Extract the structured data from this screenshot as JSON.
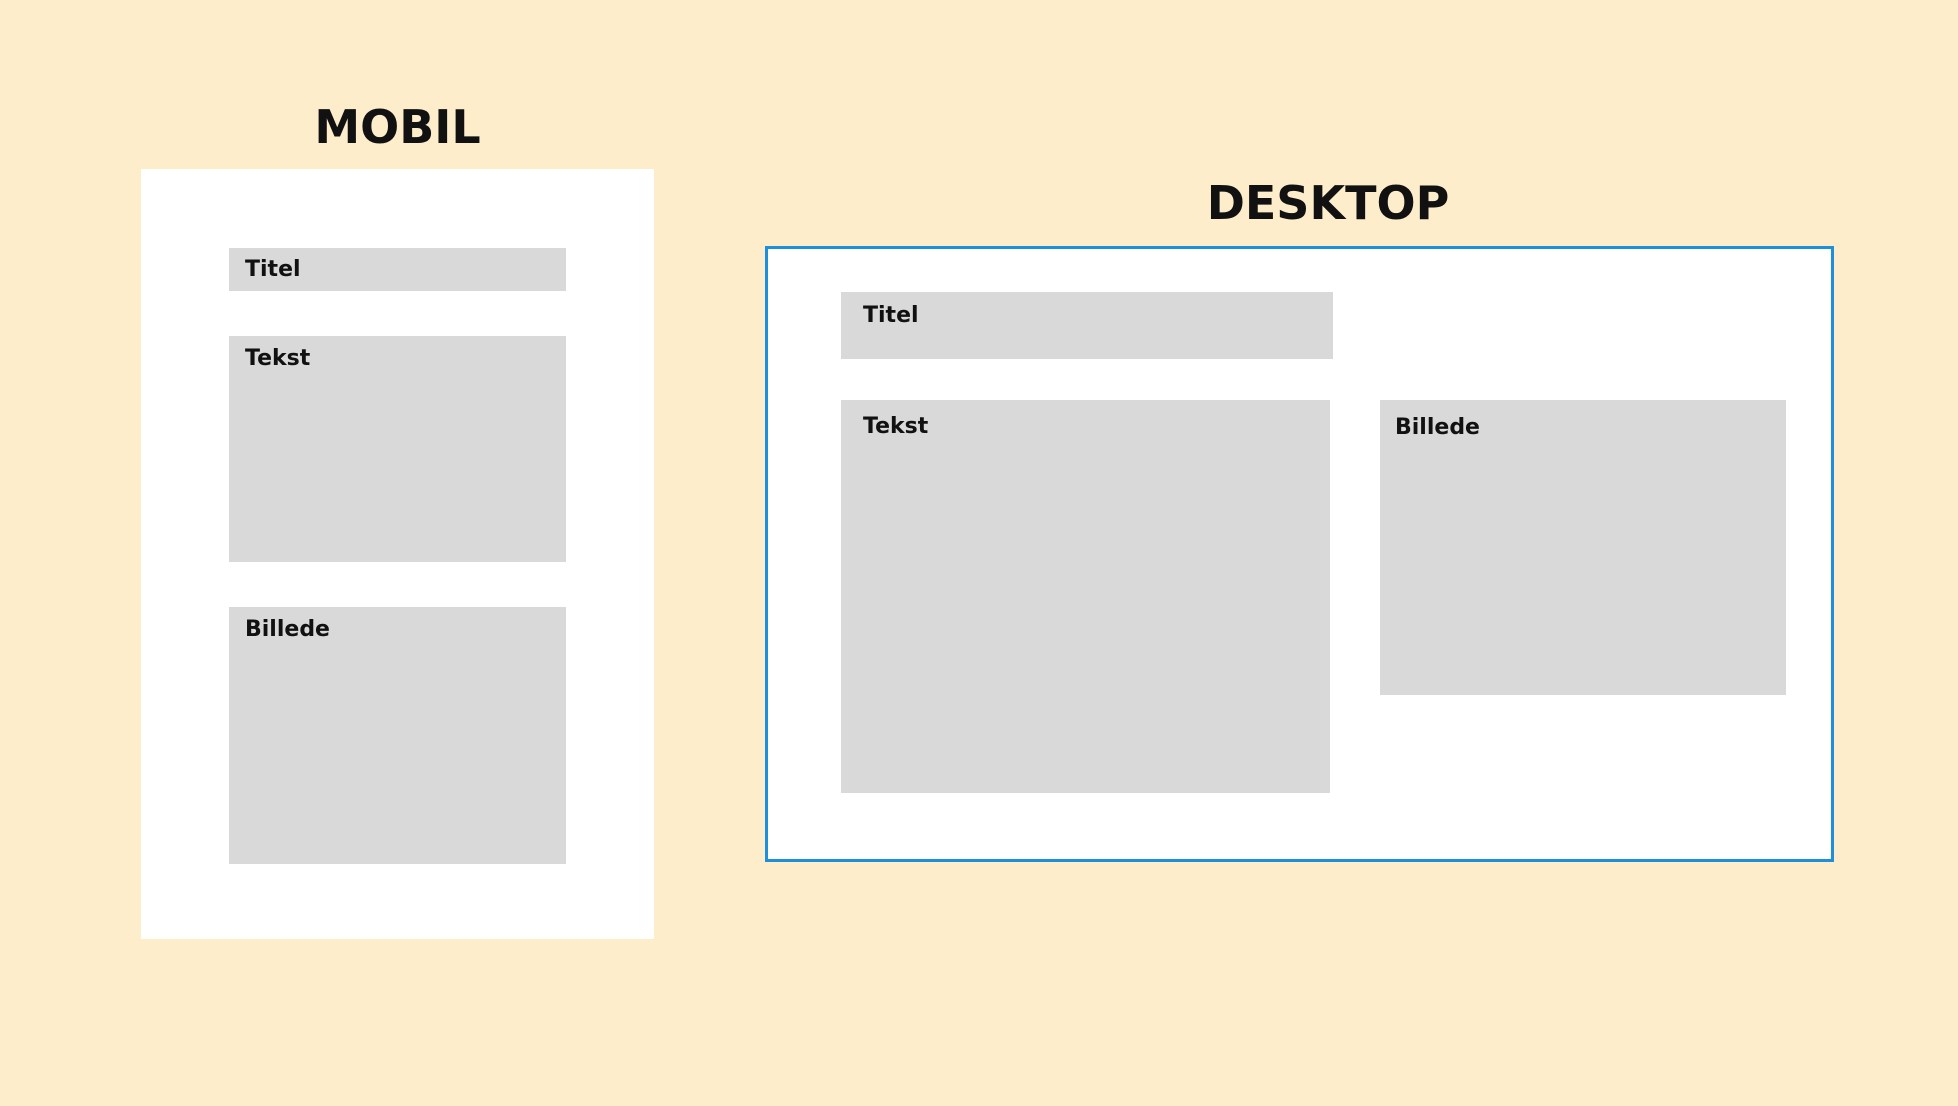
{
  "mobile": {
    "heading": "MOBIL",
    "blocks": {
      "title": "Titel",
      "text": "Tekst",
      "image": "Billede"
    }
  },
  "desktop": {
    "heading": "DESKTOP",
    "blocks": {
      "title": "Titel",
      "text": "Tekst",
      "image": "Billede"
    }
  },
  "colors": {
    "background": "#FDEDCA",
    "frame": "#FFFFFF",
    "block": "#D9D9D9",
    "desktop_border": "#1E8FDB",
    "text": "#111111"
  }
}
